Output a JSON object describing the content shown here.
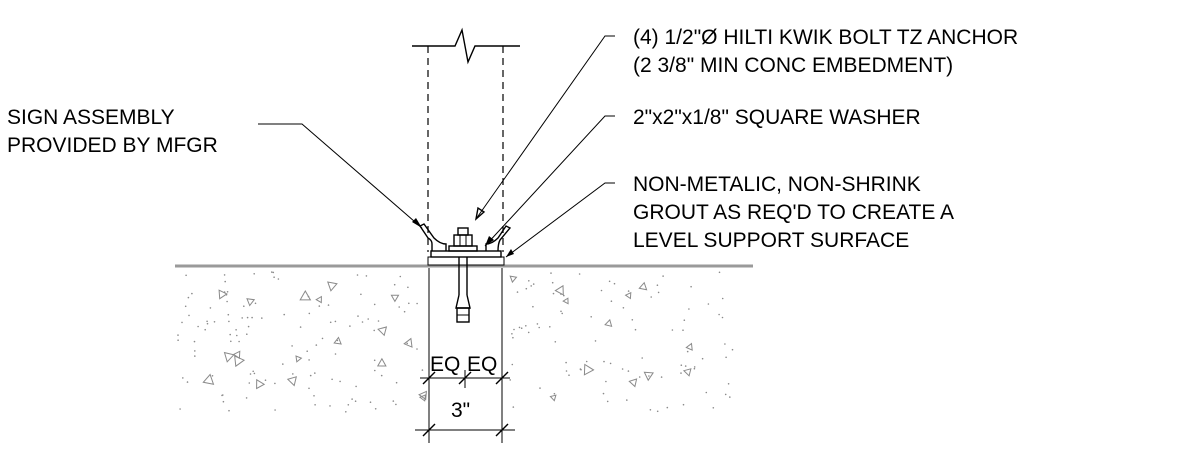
{
  "callouts": {
    "anchor_line1": "(4) 1/2\"Ø HILTI KWIK BOLT TZ ANCHOR",
    "anchor_line2": "(2 3/8\" MIN CONC EMBEDMENT)",
    "sign_line1": "SIGN ASSEMBLY",
    "sign_line2": "PROVIDED BY MFGR",
    "washer": "2\"x2\"x1/8\" SQUARE WASHER",
    "grout_line1": "NON-METALIC, NON-SHRINK",
    "grout_line2": "GROUT AS REQ'D TO CREATE A",
    "grout_line3": "LEVEL SUPPORT SURFACE"
  },
  "dimensions": {
    "eq_left": "EQ",
    "eq_right": "EQ",
    "overall": "3\""
  },
  "colors": {
    "linework": "#000000",
    "grade_line": "#9a9a9a",
    "concrete_hatch": "#8a8a8a"
  }
}
